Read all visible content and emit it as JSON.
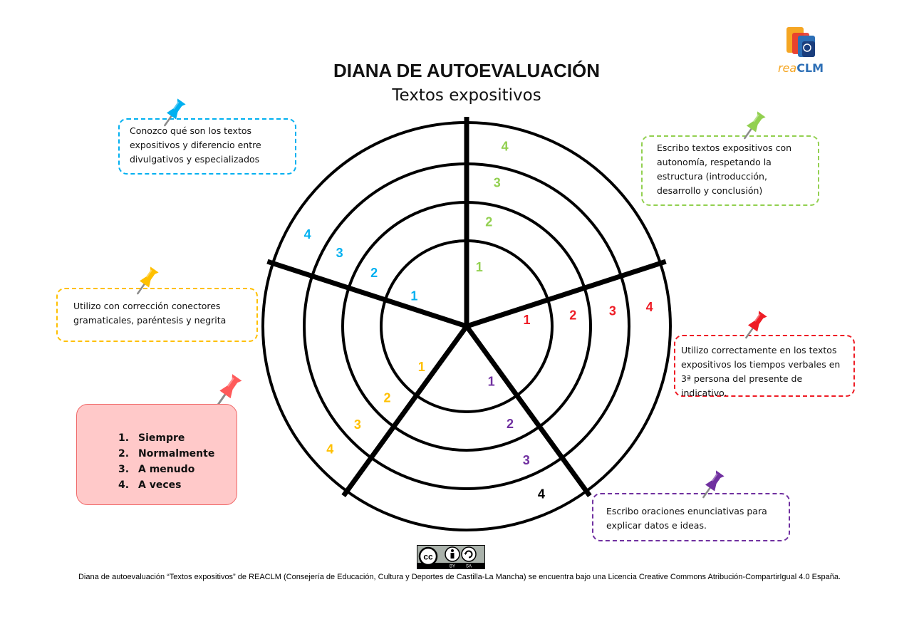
{
  "header": {
    "title": "DIANA DE AUTOEVALUACIÓN",
    "subtitle": "Textos expositivos"
  },
  "logo": {
    "word_part1": "rea",
    "word_part2": "CLM",
    "colors": [
      "#f5a623",
      "#e8392f",
      "#2d6fb6",
      "#1b3e7d"
    ]
  },
  "target": {
    "rings": 4,
    "sector_count": 5,
    "sectors": [
      {
        "color": "#92d050",
        "labels": [
          "1",
          "2",
          "3",
          "4"
        ]
      },
      {
        "color": "#ee1c25",
        "labels": [
          "1",
          "2",
          "3",
          "4"
        ]
      },
      {
        "color": "#7030a0",
        "labels": [
          "1",
          "2",
          "3",
          "4"
        ],
        "outer_label_color": "#000000"
      },
      {
        "color": "#ffc000",
        "labels": [
          "1",
          "2",
          "3",
          "4"
        ]
      },
      {
        "color": "#00b0f0",
        "labels": [
          "1",
          "2",
          "3",
          "4"
        ]
      }
    ]
  },
  "criteria": [
    {
      "id": "blue",
      "color": "#00b0f0",
      "text": "Conozco qué son los textos expositivos y diferencio entre divulgativos y especializados"
    },
    {
      "id": "green",
      "color": "#92d050",
      "text": "Escribo textos expositivos con autonomía, respetando la estructura (introducción, desarrollo y conclusión)"
    },
    {
      "id": "yellow",
      "color": "#ffc000",
      "text": "Utilizo con corrección conectores gramaticales, paréntesis y negrita"
    },
    {
      "id": "red",
      "color": "#ee1c25",
      "text": "Utilizo correctamente en los textos expositivos los tiempos verbales en 3ª persona del presente de indicativo."
    },
    {
      "id": "purple",
      "color": "#7030a0",
      "text": "Escribo oraciones enunciativas para explicar datos e ideas."
    }
  ],
  "legend": {
    "color": "#ff5a5a",
    "items": [
      {
        "num": "1.",
        "label": "Siempre"
      },
      {
        "num": "2.",
        "label": "Normalmente"
      },
      {
        "num": "3.",
        "label": "A menudo"
      },
      {
        "num": "4.",
        "label": "A veces"
      }
    ]
  },
  "license": {
    "badge": {
      "cc": "cc",
      "by": "BY",
      "sa": "SA"
    },
    "text": "Diana de autoevaluación “Textos expositivos” de REACLM (Consejería de Educación, Cultura y Deportes de Castilla-La Mancha) se encuentra bajo una Licencia Creative Commons Atribución-CompartirIgual 4.0 España."
  }
}
